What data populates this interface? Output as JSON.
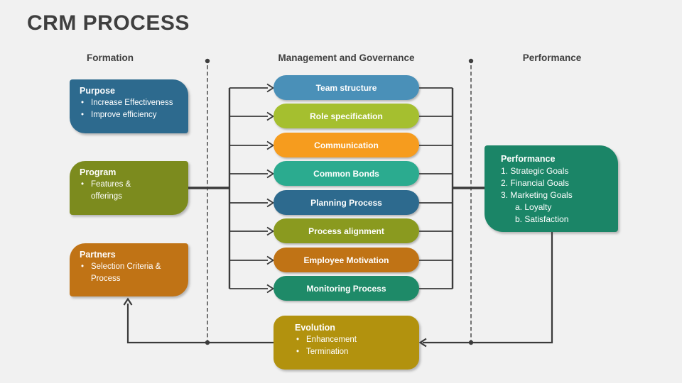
{
  "title": "CRM PROCESS",
  "column_headers": {
    "formation": "Formation",
    "management": "Management and Governance",
    "performance": "Performance"
  },
  "formation_boxes": [
    {
      "title": "Purpose",
      "color": "#2D6A8E",
      "bullets": [
        "Increase Effectiveness",
        "Improve efficiency"
      ]
    },
    {
      "title": "Program",
      "color": "#7C8B1E",
      "bullets": [
        "Features & offerings"
      ]
    },
    {
      "title": "Partners",
      "color": "#C07315",
      "bullets": [
        "Selection Criteria & Process"
      ]
    }
  ],
  "process_pills": [
    {
      "label": "Team structure",
      "color": "#4A90B8"
    },
    {
      "label": "Role specification",
      "color": "#A5BF2F"
    },
    {
      "label": "Communication",
      "color": "#F69C1E"
    },
    {
      "label": "Common Bonds",
      "color": "#2BAB8F"
    },
    {
      "label": "Planning Process",
      "color": "#2D6A8E"
    },
    {
      "label": "Process alignment",
      "color": "#8A9A1F"
    },
    {
      "label": "Employee Motivation",
      "color": "#C07315"
    },
    {
      "label": "Monitoring Process",
      "color": "#1E8A68"
    }
  ],
  "performance_box": {
    "title": "Performance",
    "color": "#1B8567",
    "items": [
      "1. Strategic Goals",
      "2. Financial Goals",
      "3. Marketing Goals"
    ],
    "sub_items": [
      "a. Loyalty",
      "b. Satisfaction"
    ]
  },
  "evolution_box": {
    "title": "Evolution",
    "color": "#B2920E",
    "bullets": [
      "Enhancement",
      "Termination"
    ]
  },
  "colors": {
    "background": "#F1F1F1",
    "heading_text": "#3F3F3F",
    "connector": "#3A3A3A",
    "box_text": "#FFFFFF"
  }
}
